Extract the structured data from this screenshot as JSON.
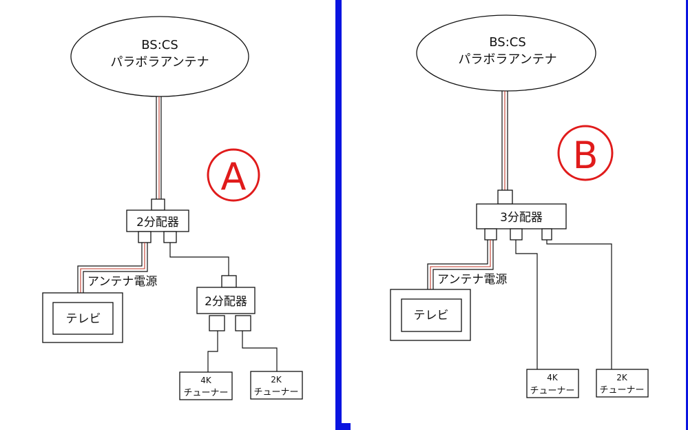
{
  "colors": {
    "divider": "#0a14e0",
    "accent": "#e01b1b",
    "line": "#111111",
    "coax_red": "#c0392b"
  },
  "panel_a": {
    "marker": "A",
    "antenna": {
      "line1": "BS:CS",
      "line2": "パラボラアンテナ"
    },
    "splitter_main": "2分配器",
    "splitter_sub": "2分配器",
    "power_label": "アンテナ電源",
    "tv": "テレビ",
    "tuner_4k": {
      "line1": "4K",
      "line2": "チューナー"
    },
    "tuner_2k": {
      "line1": "2K",
      "line2": "チューナー"
    }
  },
  "panel_b": {
    "marker": "B",
    "antenna": {
      "line1": "BS:CS",
      "line2": "パラボラアンテナ"
    },
    "splitter_main": "3分配器",
    "power_label": "アンテナ電源",
    "tv": "テレビ",
    "tuner_4k": {
      "line1": "4K",
      "line2": "チューナー"
    },
    "tuner_2k": {
      "line1": "2K",
      "line2": "チューナー"
    }
  }
}
